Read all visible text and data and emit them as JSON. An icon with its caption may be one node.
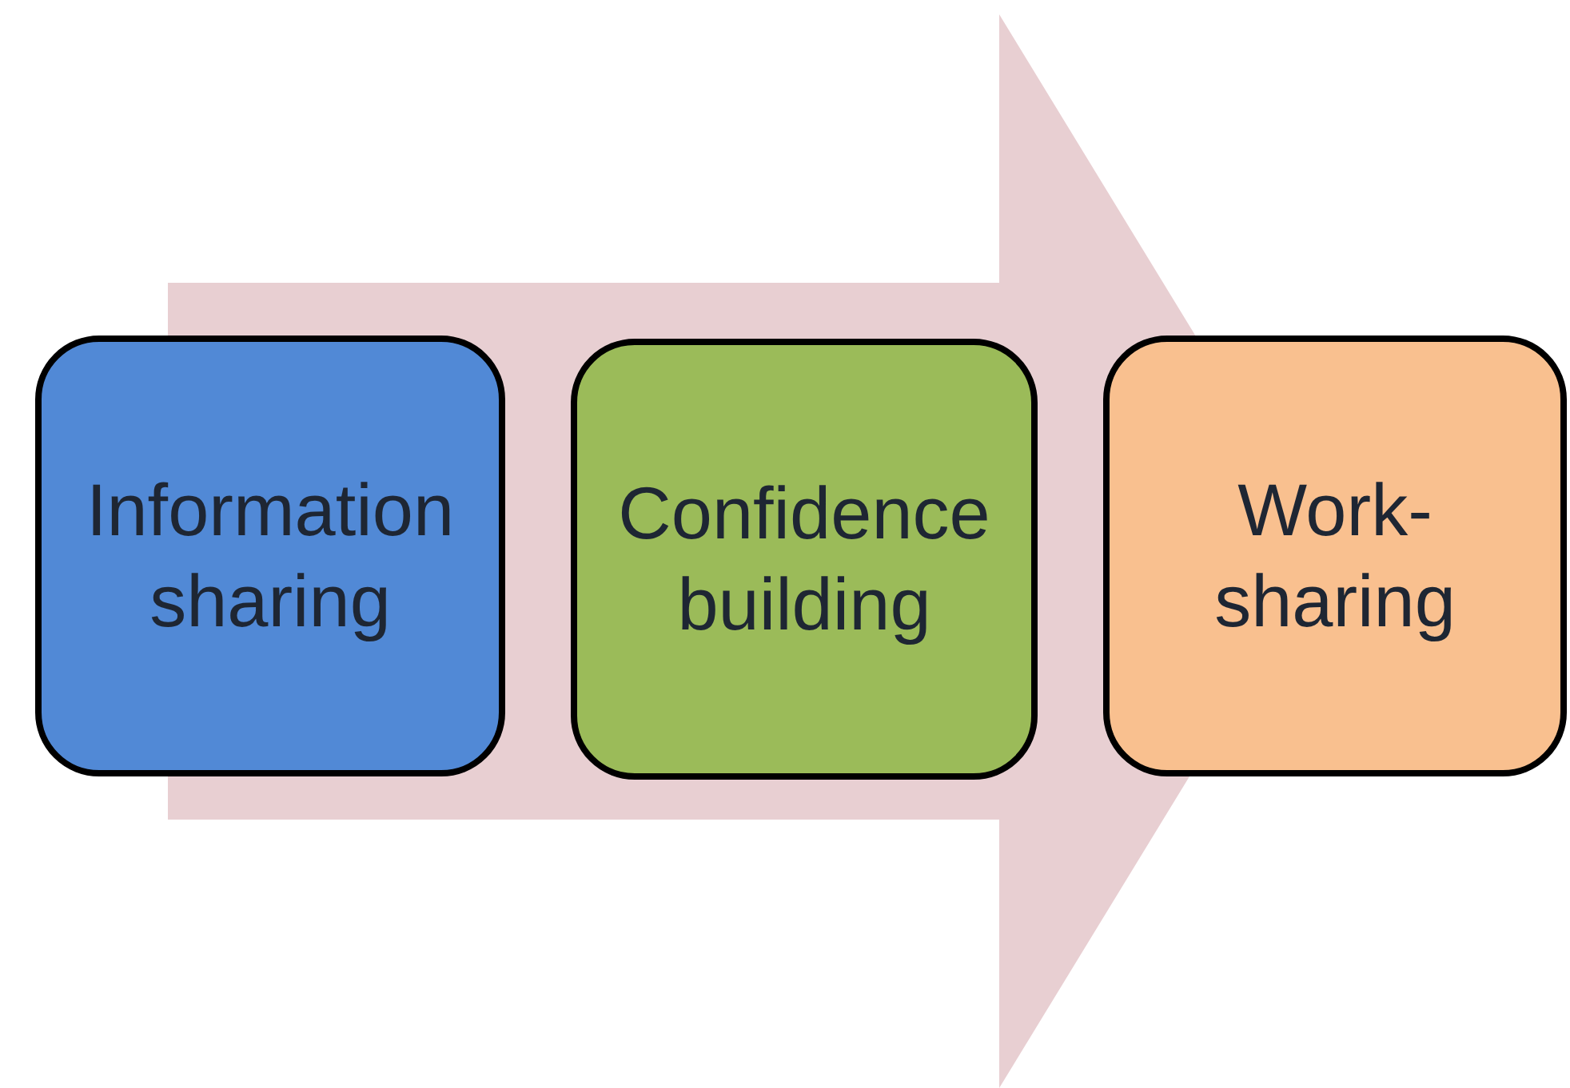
{
  "diagram": {
    "nodes": [
      {
        "text": [
          "Information sharing"
        ]
      },
      {
        "text": [
          "Confidence building"
        ]
      },
      {
        "text": [
          "Work- sharing"
        ]
      }
    ],
    "edges": [
      {
        "from": 0,
        "to": 2,
        "arrow": "to"
      }
    ]
  }
}
